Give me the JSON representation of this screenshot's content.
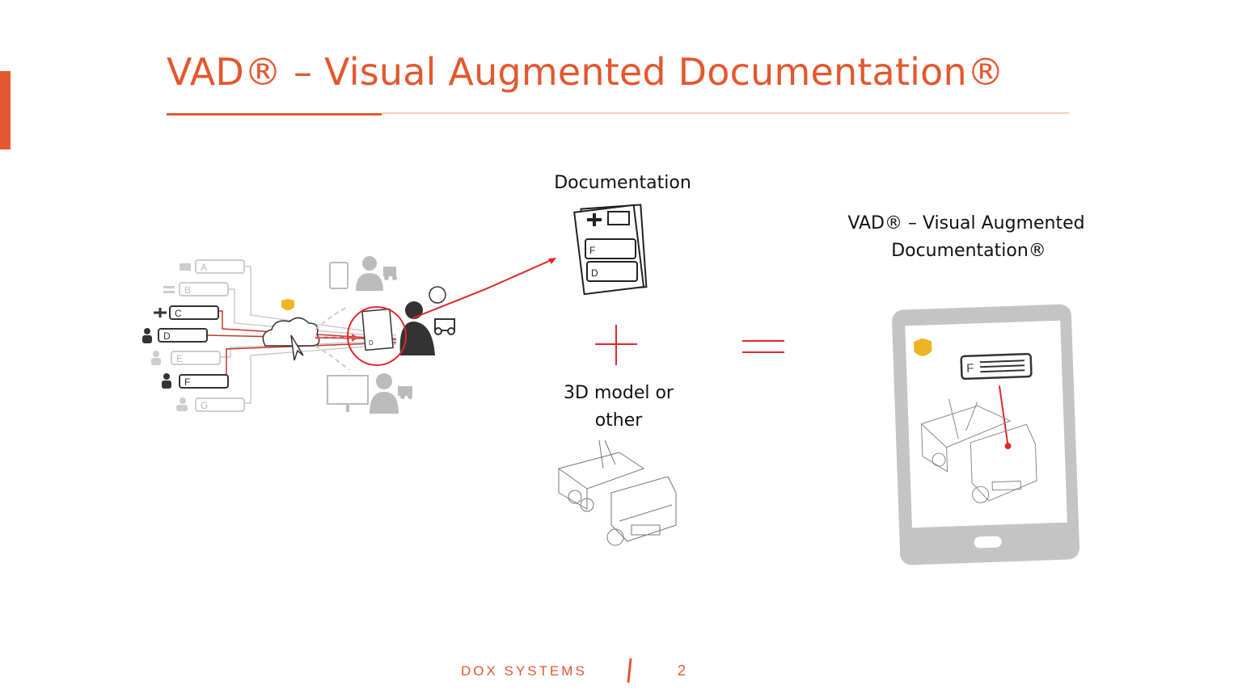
{
  "slide": {
    "title": "VAD® – Visual Augmented Documentation®",
    "accent_color": "#e4572e"
  },
  "diagram": {
    "workflow_items": [
      "A",
      "B",
      "C",
      "D",
      "E",
      "F",
      "G"
    ],
    "documentation_label": "Documentation",
    "doc_fields": [
      "F",
      "D"
    ],
    "model_label_line1": "3D model or",
    "model_label_line2": "other",
    "result_label_line1": "VAD® – Visual Augmented",
    "result_label_line2": "Documentation®",
    "tablet_field": "F",
    "plus_icon": "plus-icon",
    "equals_icon": "equals-icon"
  },
  "footer": {
    "brand": "DOX SYSTEMS",
    "page_number": "2"
  }
}
